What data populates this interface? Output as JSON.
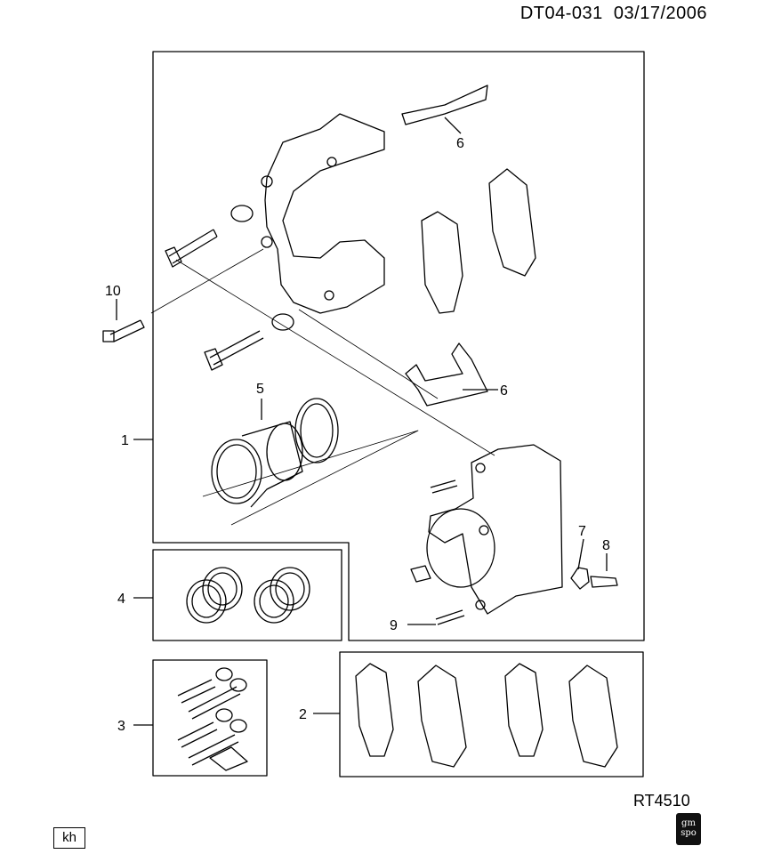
{
  "header": {
    "doc_id": "DT04-031",
    "date": "03/17/2006"
  },
  "reference_code": "RT4510",
  "corner_tag": "kh",
  "logo": {
    "line1": "gm",
    "line2": "spo"
  },
  "callouts": [
    "1",
    "2",
    "3",
    "4",
    "5",
    "6",
    "6",
    "7",
    "8",
    "9",
    "10"
  ],
  "colors": {
    "line": "#000000",
    "background": "#ffffff"
  }
}
